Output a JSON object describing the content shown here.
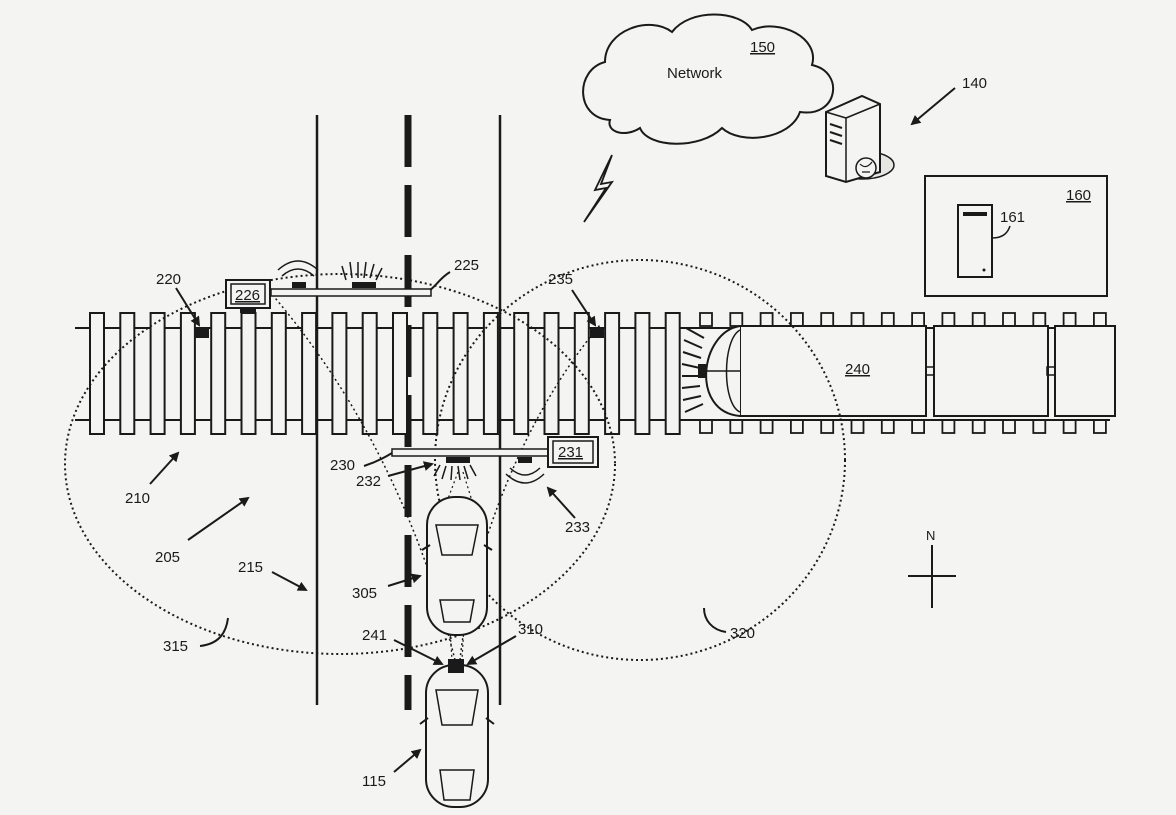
{
  "labels": {
    "l150": "150",
    "network": "Network",
    "l140": "140",
    "l160": "160",
    "l161": "161",
    "l220": "220",
    "l226": "226",
    "l225": "225",
    "l235": "235",
    "l240": "240",
    "l210": "210",
    "l230": "230",
    "l231": "231",
    "l232": "232",
    "l233": "233",
    "l205": "205",
    "l215": "215",
    "l305": "305",
    "l315": "315",
    "l241": "241",
    "l310": "310",
    "l320": "320",
    "l115": "115",
    "north": "N"
  }
}
